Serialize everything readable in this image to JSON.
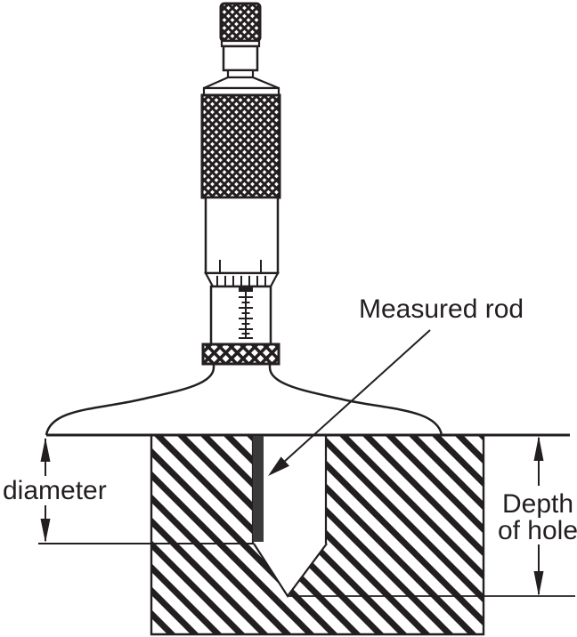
{
  "diagram": {
    "labels": {
      "measured_rod": "Measured rod",
      "diameter": "diameter",
      "depth_line1": "Depth",
      "depth_line2": "of hole"
    },
    "colors": {
      "ink": "#231f20",
      "rod_fill": "#3a3a3a",
      "background": "#ffffff"
    }
  }
}
